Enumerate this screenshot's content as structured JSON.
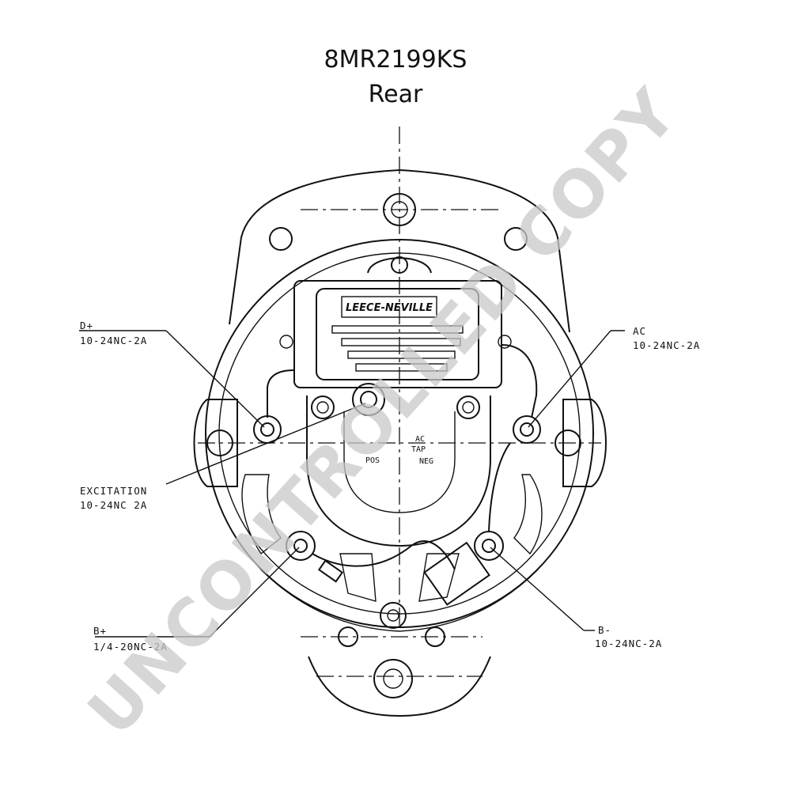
{
  "title": "8MR2199KS",
  "subtitle": "Rear",
  "brand_logo": "LEECE-NEVILLE",
  "labels": {
    "d_plus": {
      "name": "D+",
      "spec": "10-24NC-2A"
    },
    "ac": {
      "name": "AC",
      "spec": "10-24NC-2A"
    },
    "excitation": {
      "name": "EXCITATION",
      "spec": "10-24NC 2A"
    },
    "b_plus": {
      "name": "B+",
      "spec": "1/4-20NC-2A"
    },
    "b_minus": {
      "name": "B-",
      "spec": "10-24NC-2A"
    }
  },
  "terminal_marks": {
    "ac_tap": "AC",
    "tap": "TAP",
    "pos": "POS",
    "neg": "NEG"
  },
  "watermark": "UNCONTROLLED COPY",
  "colors": {
    "ink": "#111111",
    "watermark": "#c9c9c9",
    "background": "#ffffff"
  }
}
